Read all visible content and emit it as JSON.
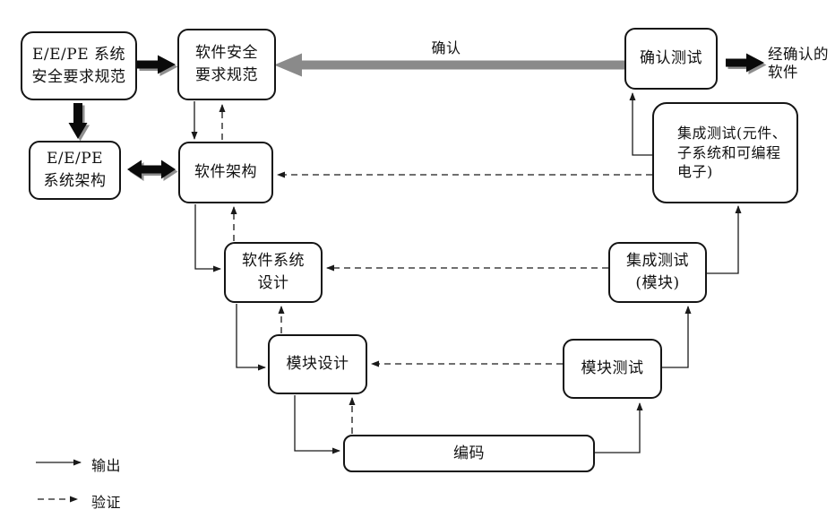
{
  "nodes": {
    "eepe_srs": {
      "label": "E/E/PE 系统\n安全要求规范"
    },
    "sw_srs": {
      "label": "软件安全\n要求规范"
    },
    "eepe_arch": {
      "label": "E/E/PE\n系统架构"
    },
    "sw_arch": {
      "label": "软件架构"
    },
    "sw_sys_design": {
      "label": "软件系统\n设计"
    },
    "module_design": {
      "label": "模块设计"
    },
    "coding": {
      "label": "编码"
    },
    "module_test": {
      "label": "模块测试"
    },
    "int_test_module": {
      "label": "集成测试\n(模块)"
    },
    "int_test_pe": {
      "label": "集成测试(元件、\n子系统和可编程\n电子)"
    },
    "validation_test": {
      "label": "确认测试"
    }
  },
  "labels": {
    "validation_arrow": "确认",
    "validated_software": "经确认的\n软件"
  },
  "legend": {
    "output": "输出",
    "verification": "验证"
  },
  "colors": {
    "line": "#1a1a1a",
    "block_arrow": "#0a0a0a",
    "block_arrow_shadow": "#8f8f8f",
    "validation_arrow_gray": "#8a8a8a",
    "background": "#ffffff"
  }
}
